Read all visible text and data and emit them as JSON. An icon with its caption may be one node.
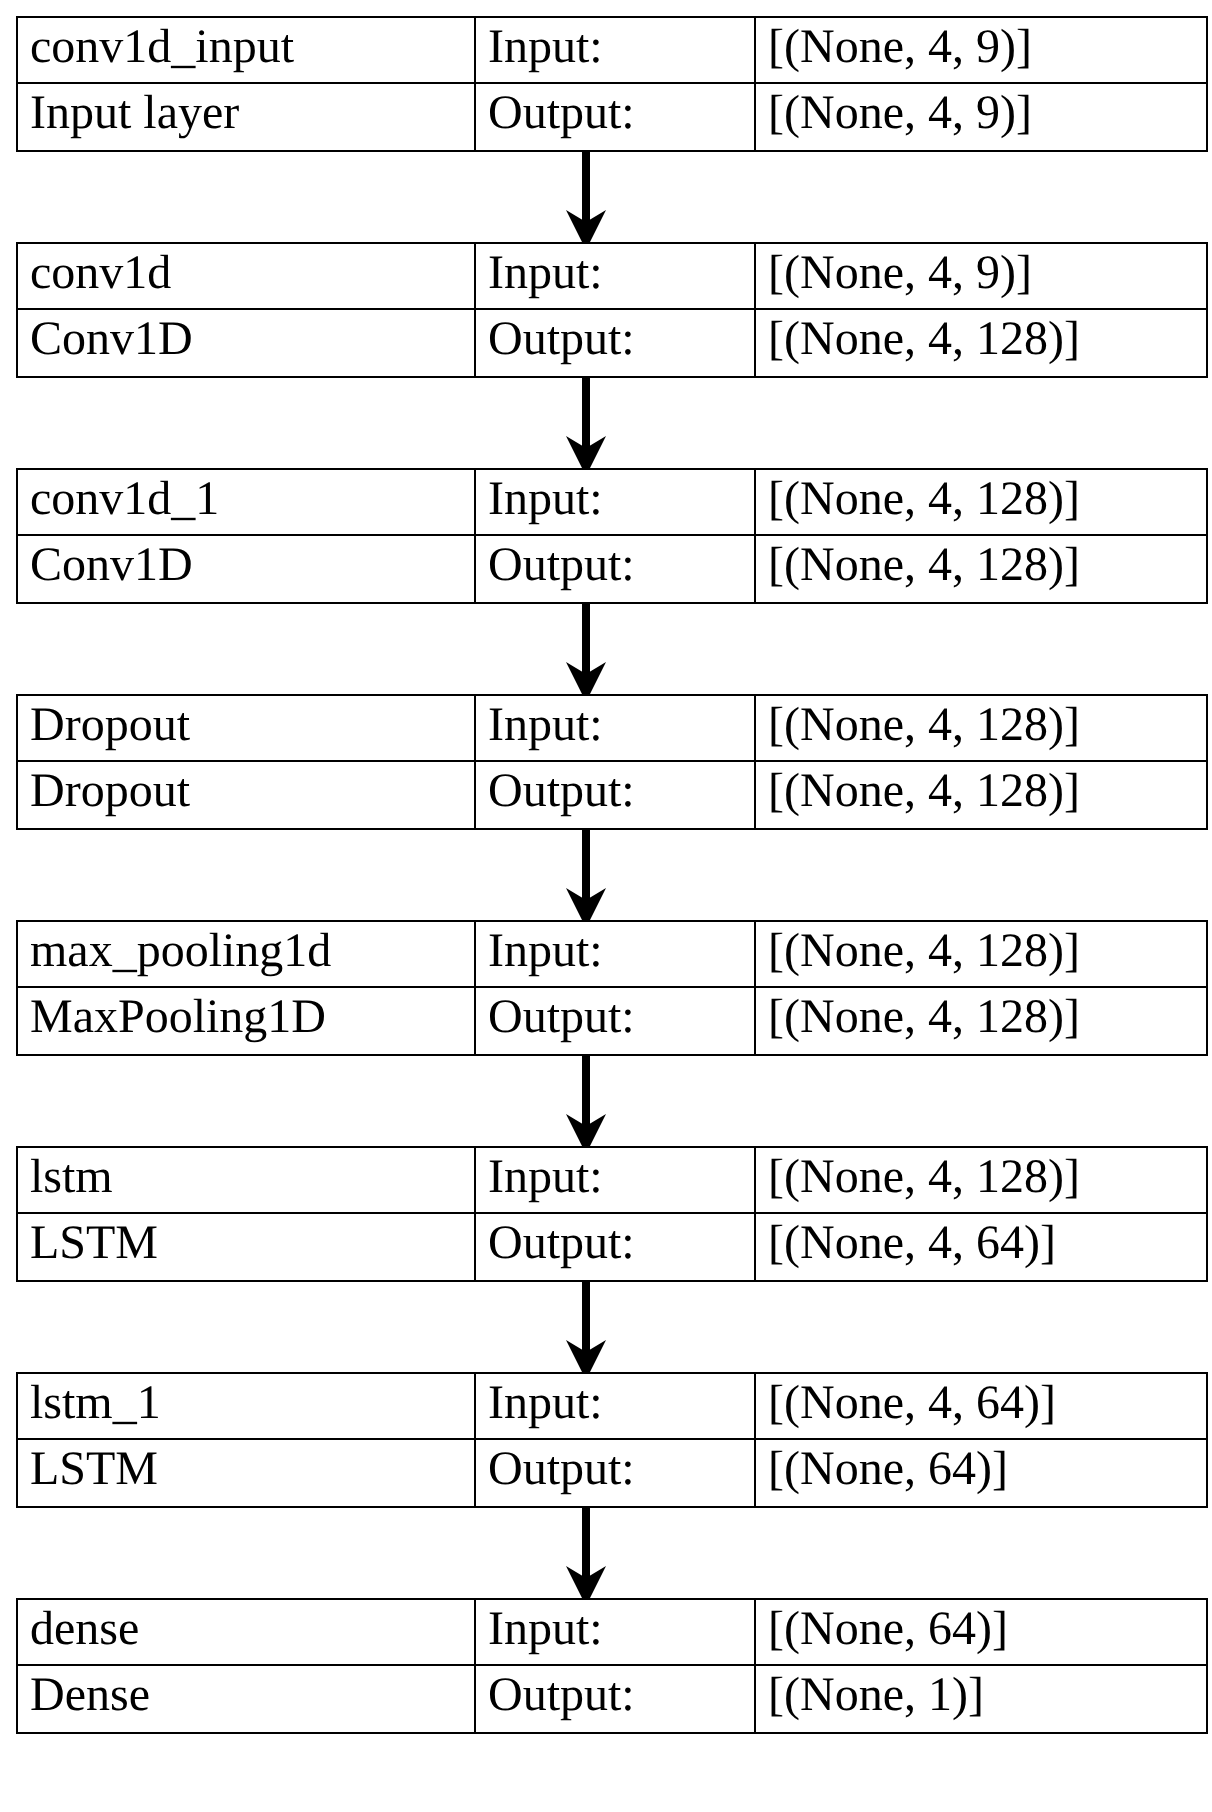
{
  "diagram": {
    "nodes": [
      {
        "text": [
          "conv1d_input",
          "Input:",
          "[(None, 4, 9)]",
          "Input layer",
          "Output:",
          "[(None, 4, 9)]"
        ]
      },
      {
        "text": [
          "conv1d",
          "Input:",
          "[(None, 4, 9)]",
          "Conv1D",
          "Output:",
          "[(None, 4, 128)]"
        ]
      },
      {
        "text": [
          "conv1d_1",
          "Input:",
          "[(None, 4, 128)]",
          "Conv1D",
          "Output:",
          "[(None, 4, 128)]"
        ]
      },
      {
        "text": [
          "Dropout",
          "Input:",
          "[(None, 4, 128)]",
          "Dropout",
          "Output:",
          "[(None, 4, 128)]"
        ]
      },
      {
        "text": [
          "max_pooling1d",
          "Input:",
          "[(None, 4, 128)]",
          "MaxPooling1D",
          "Output:",
          "[(None, 4, 128)]"
        ]
      },
      {
        "text": [
          "lstm",
          "Input:",
          "[(None, 4, 128)]",
          "LSTM",
          "Output:",
          "[(None, 4, 64)]"
        ]
      },
      {
        "text": [
          "lstm_1",
          "Input:",
          "[(None, 4, 64)]",
          "LSTM",
          "Output:",
          "[(None, 64)]"
        ]
      },
      {
        "text": [
          "dense",
          "Input:",
          "[(None, 64)]",
          "Dense",
          "Output:",
          "[(None, 1)]"
        ]
      }
    ],
    "edges": [
      {
        "from": 0,
        "to": 1,
        "arrow": "to"
      },
      {
        "from": 1,
        "to": 2,
        "arrow": "to"
      },
      {
        "from": 2,
        "to": 3,
        "arrow": "to"
      },
      {
        "from": 3,
        "to": 4,
        "arrow": "to"
      },
      {
        "from": 4,
        "to": 5,
        "arrow": "to"
      },
      {
        "from": 5,
        "to": 6,
        "arrow": "to"
      },
      {
        "from": 6,
        "to": 7,
        "arrow": "to"
      }
    ]
  }
}
